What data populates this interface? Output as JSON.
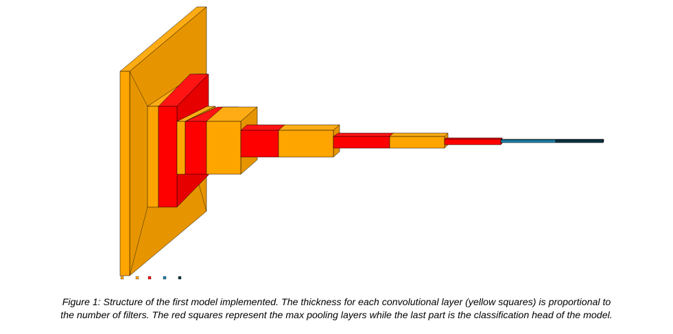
{
  "caption": {
    "line1": "Figure 1: Structure of the first model implemented. The thickness for each convolutional layer (yellow squares) is proportional to",
    "line2": "the number of filters. The red squares represent the max pooling layers while the last part is the classification head of the model."
  },
  "colors": {
    "conv": "#FFA500",
    "pool": "#FF0000",
    "dense": "#1F7FA8",
    "output": "#0F3545",
    "edge": "#000000"
  },
  "layers": [
    {
      "type": "input"
    },
    {
      "type": "conv"
    },
    {
      "type": "pool"
    },
    {
      "type": "conv"
    },
    {
      "type": "pool"
    },
    {
      "type": "conv"
    },
    {
      "type": "pool"
    },
    {
      "type": "conv"
    },
    {
      "type": "pool"
    },
    {
      "type": "conv"
    },
    {
      "type": "pool"
    },
    {
      "type": "dense"
    },
    {
      "type": "output"
    }
  ]
}
